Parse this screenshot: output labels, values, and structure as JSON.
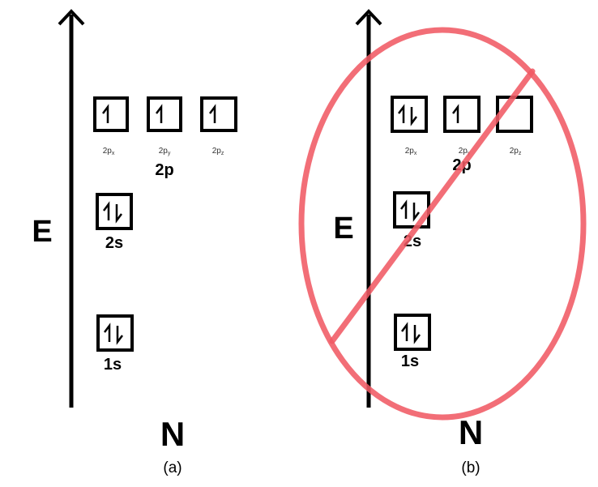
{
  "diagrams": [
    {
      "energy_label": "E",
      "element_label": "N",
      "caption": "(a)",
      "orbitals": {
        "2p": {
          "group_label": "2p",
          "boxes": [
            {
              "label": "2p",
              "sub": "x",
              "electrons": "up"
            },
            {
              "label": "2p",
              "sub": "y",
              "electrons": "up"
            },
            {
              "label": "2p",
              "sub": "z",
              "electrons": "up"
            }
          ]
        },
        "2s": {
          "label": "2s",
          "electrons": "pair"
        },
        "1s": {
          "label": "1s",
          "electrons": "pair"
        }
      },
      "crossed_out": false
    },
    {
      "energy_label": "E",
      "element_label": "N",
      "caption": "(b)",
      "orbitals": {
        "2p": {
          "group_label": "2p",
          "boxes": [
            {
              "label": "2p",
              "sub": "x",
              "electrons": "pair"
            },
            {
              "label": "2p",
              "sub": "y",
              "electrons": "up"
            },
            {
              "label": "2p",
              "sub": "z",
              "electrons": "empty"
            }
          ]
        },
        "2s": {
          "label": "2s",
          "electrons": "pair"
        },
        "1s": {
          "label": "1s",
          "electrons": "pair"
        }
      },
      "crossed_out": true
    }
  ],
  "colors": {
    "ink": "#000000",
    "cross_mark": "#f05a64",
    "sublabel": "#333333"
  }
}
